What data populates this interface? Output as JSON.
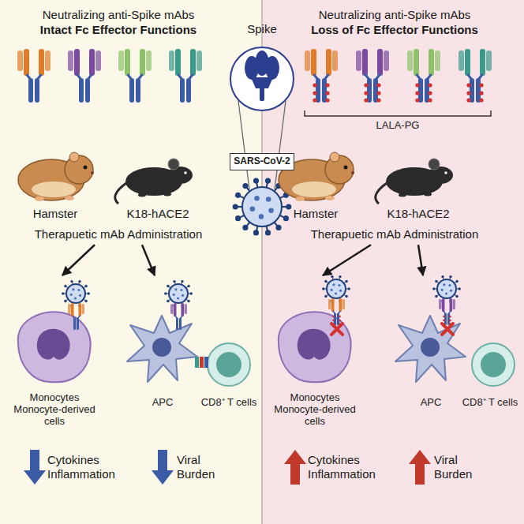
{
  "diagram": {
    "nodes": [
      {
        "text": [
          "Spike"
        ]
      },
      {
        "text": [
          "SARS-CoV-2"
        ]
      },
      {
        "text": [
          "Therapuetic mAb Administration"
        ]
      },
      {
        "text": [
          "Monocytes Monocyte-derived cells"
        ]
      },
      {
        "text": [
          "APC"
        ]
      },
      {
        "text": [
          "CD8⁺ T cells"
        ]
      },
      {
        "text": [
          "Therapuetic mAb Administration"
        ]
      },
      {
        "text": [
          "Monocytes Monocyte-derived cells"
        ]
      },
      {
        "text": [
          "APC"
        ]
      },
      {
        "text": [
          "CD8⁺ T cells"
        ]
      }
    ],
    "edges": [
      {
        "from": 2,
        "to": 3,
        "arrow": "to"
      },
      {
        "from": 2,
        "to": 4,
        "arrow": "to"
      },
      {
        "from": 6,
        "to": 7,
        "arrow": "to"
      },
      {
        "from": 6,
        "to": 8,
        "arrow": "to"
      }
    ],
    "labels": [
      "Neutralizing anti-Spike mAbs",
      "Intact Fc Effector Functions",
      "Neutralizing anti-Spike mAbs",
      "Loss of Fc Effector Functions",
      "LALA-PG",
      "Hamster",
      "K18-hACE2",
      "Hamster",
      "K18-hACE2",
      "Cytokines Inflammation",
      "Viral Burden",
      "Cytokines Inflammation",
      "Viral Burden"
    ]
  }
}
